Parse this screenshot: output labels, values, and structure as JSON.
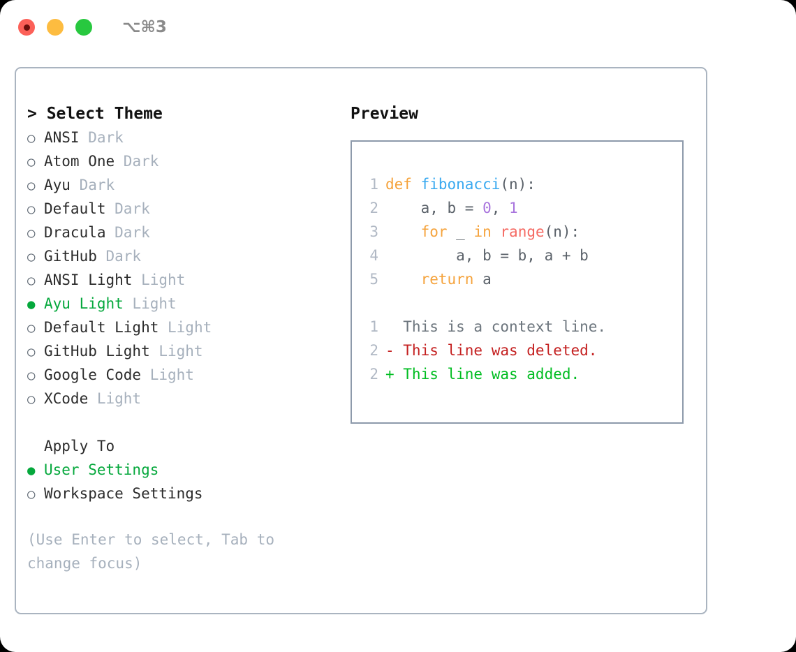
{
  "window": {
    "title": "⌥⌘3",
    "traffic_lights": [
      "close",
      "minimize",
      "maximize"
    ]
  },
  "theme_picker": {
    "header": "> Select Theme",
    "items": [
      {
        "marker": "○",
        "name": "ANSI",
        "kind": "Dark",
        "selected": false
      },
      {
        "marker": "○",
        "name": "Atom One",
        "kind": "Dark",
        "selected": false
      },
      {
        "marker": "○",
        "name": "Ayu",
        "kind": "Dark",
        "selected": false
      },
      {
        "marker": "○",
        "name": "Default",
        "kind": "Dark",
        "selected": false
      },
      {
        "marker": "○",
        "name": "Dracula",
        "kind": "Dark",
        "selected": false
      },
      {
        "marker": "○",
        "name": "GitHub",
        "kind": "Dark",
        "selected": false
      },
      {
        "marker": "○",
        "name": "ANSI Light",
        "kind": "Light",
        "selected": false
      },
      {
        "marker": "●",
        "name": "Ayu Light",
        "kind": "Light",
        "selected": true
      },
      {
        "marker": "○",
        "name": "Default Light",
        "kind": "Light",
        "selected": false
      },
      {
        "marker": "○",
        "name": "GitHub Light",
        "kind": "Light",
        "selected": false
      },
      {
        "marker": "○",
        "name": "Google Code",
        "kind": "Light",
        "selected": false
      },
      {
        "marker": "○",
        "name": "XCode",
        "kind": "Light",
        "selected": false
      }
    ]
  },
  "apply_to": {
    "header": "Apply To",
    "options": [
      {
        "marker": "●",
        "label": "User Settings",
        "selected": true
      },
      {
        "marker": "○",
        "label": "Workspace Settings",
        "selected": false
      }
    ]
  },
  "hint": "(Use Enter to select, Tab to change focus)",
  "preview": {
    "title": "Preview",
    "code_lines": [
      {
        "number": "1",
        "tokens": [
          {
            "text": "def ",
            "cls": "tok-kw"
          },
          {
            "text": "fibonacci",
            "cls": "tok-fn"
          },
          {
            "text": "(n):",
            "cls": "tok-punc"
          }
        ]
      },
      {
        "number": "2",
        "tokens": [
          {
            "text": "    a, b = ",
            "cls": "tok-pl"
          },
          {
            "text": "0",
            "cls": "tok-num"
          },
          {
            "text": ", ",
            "cls": "tok-punc"
          },
          {
            "text": "1",
            "cls": "tok-num"
          }
        ]
      },
      {
        "number": "3",
        "tokens": [
          {
            "text": "    ",
            "cls": "tok-pl"
          },
          {
            "text": "for",
            "cls": "tok-kw"
          },
          {
            "text": " _ ",
            "cls": "tok-pl"
          },
          {
            "text": "in",
            "cls": "tok-kw"
          },
          {
            "text": " ",
            "cls": "tok-pl"
          },
          {
            "text": "range",
            "cls": "tok-bi"
          },
          {
            "text": "(n):",
            "cls": "tok-punc"
          }
        ]
      },
      {
        "number": "4",
        "tokens": [
          {
            "text": "        a, b = b, a + b",
            "cls": "tok-pl"
          }
        ]
      },
      {
        "number": "5",
        "tokens": [
          {
            "text": "    ",
            "cls": "tok-pl"
          },
          {
            "text": "return",
            "cls": "tok-kw"
          },
          {
            "text": " a",
            "cls": "tok-pl"
          }
        ]
      }
    ],
    "diff_lines": [
      {
        "number": "1",
        "text": "  This is a context line.",
        "cls": "diff-ctx"
      },
      {
        "number": "2",
        "text": "- This line was deleted.",
        "cls": "diff-del"
      },
      {
        "number": "2",
        "text": "+ This line was added.",
        "cls": "diff-add"
      }
    ]
  },
  "colors": {
    "accent_green": "#05a83c",
    "muted": "#a6b0bc",
    "panel_border": "#aab4c0",
    "preview_border": "#8d9aab",
    "keyword": "#f5a33c",
    "function": "#39a9f0",
    "number": "#a874dd",
    "builtin": "#f56a63",
    "diff_delete": "#c42020",
    "diff_add": "#00bd21"
  }
}
